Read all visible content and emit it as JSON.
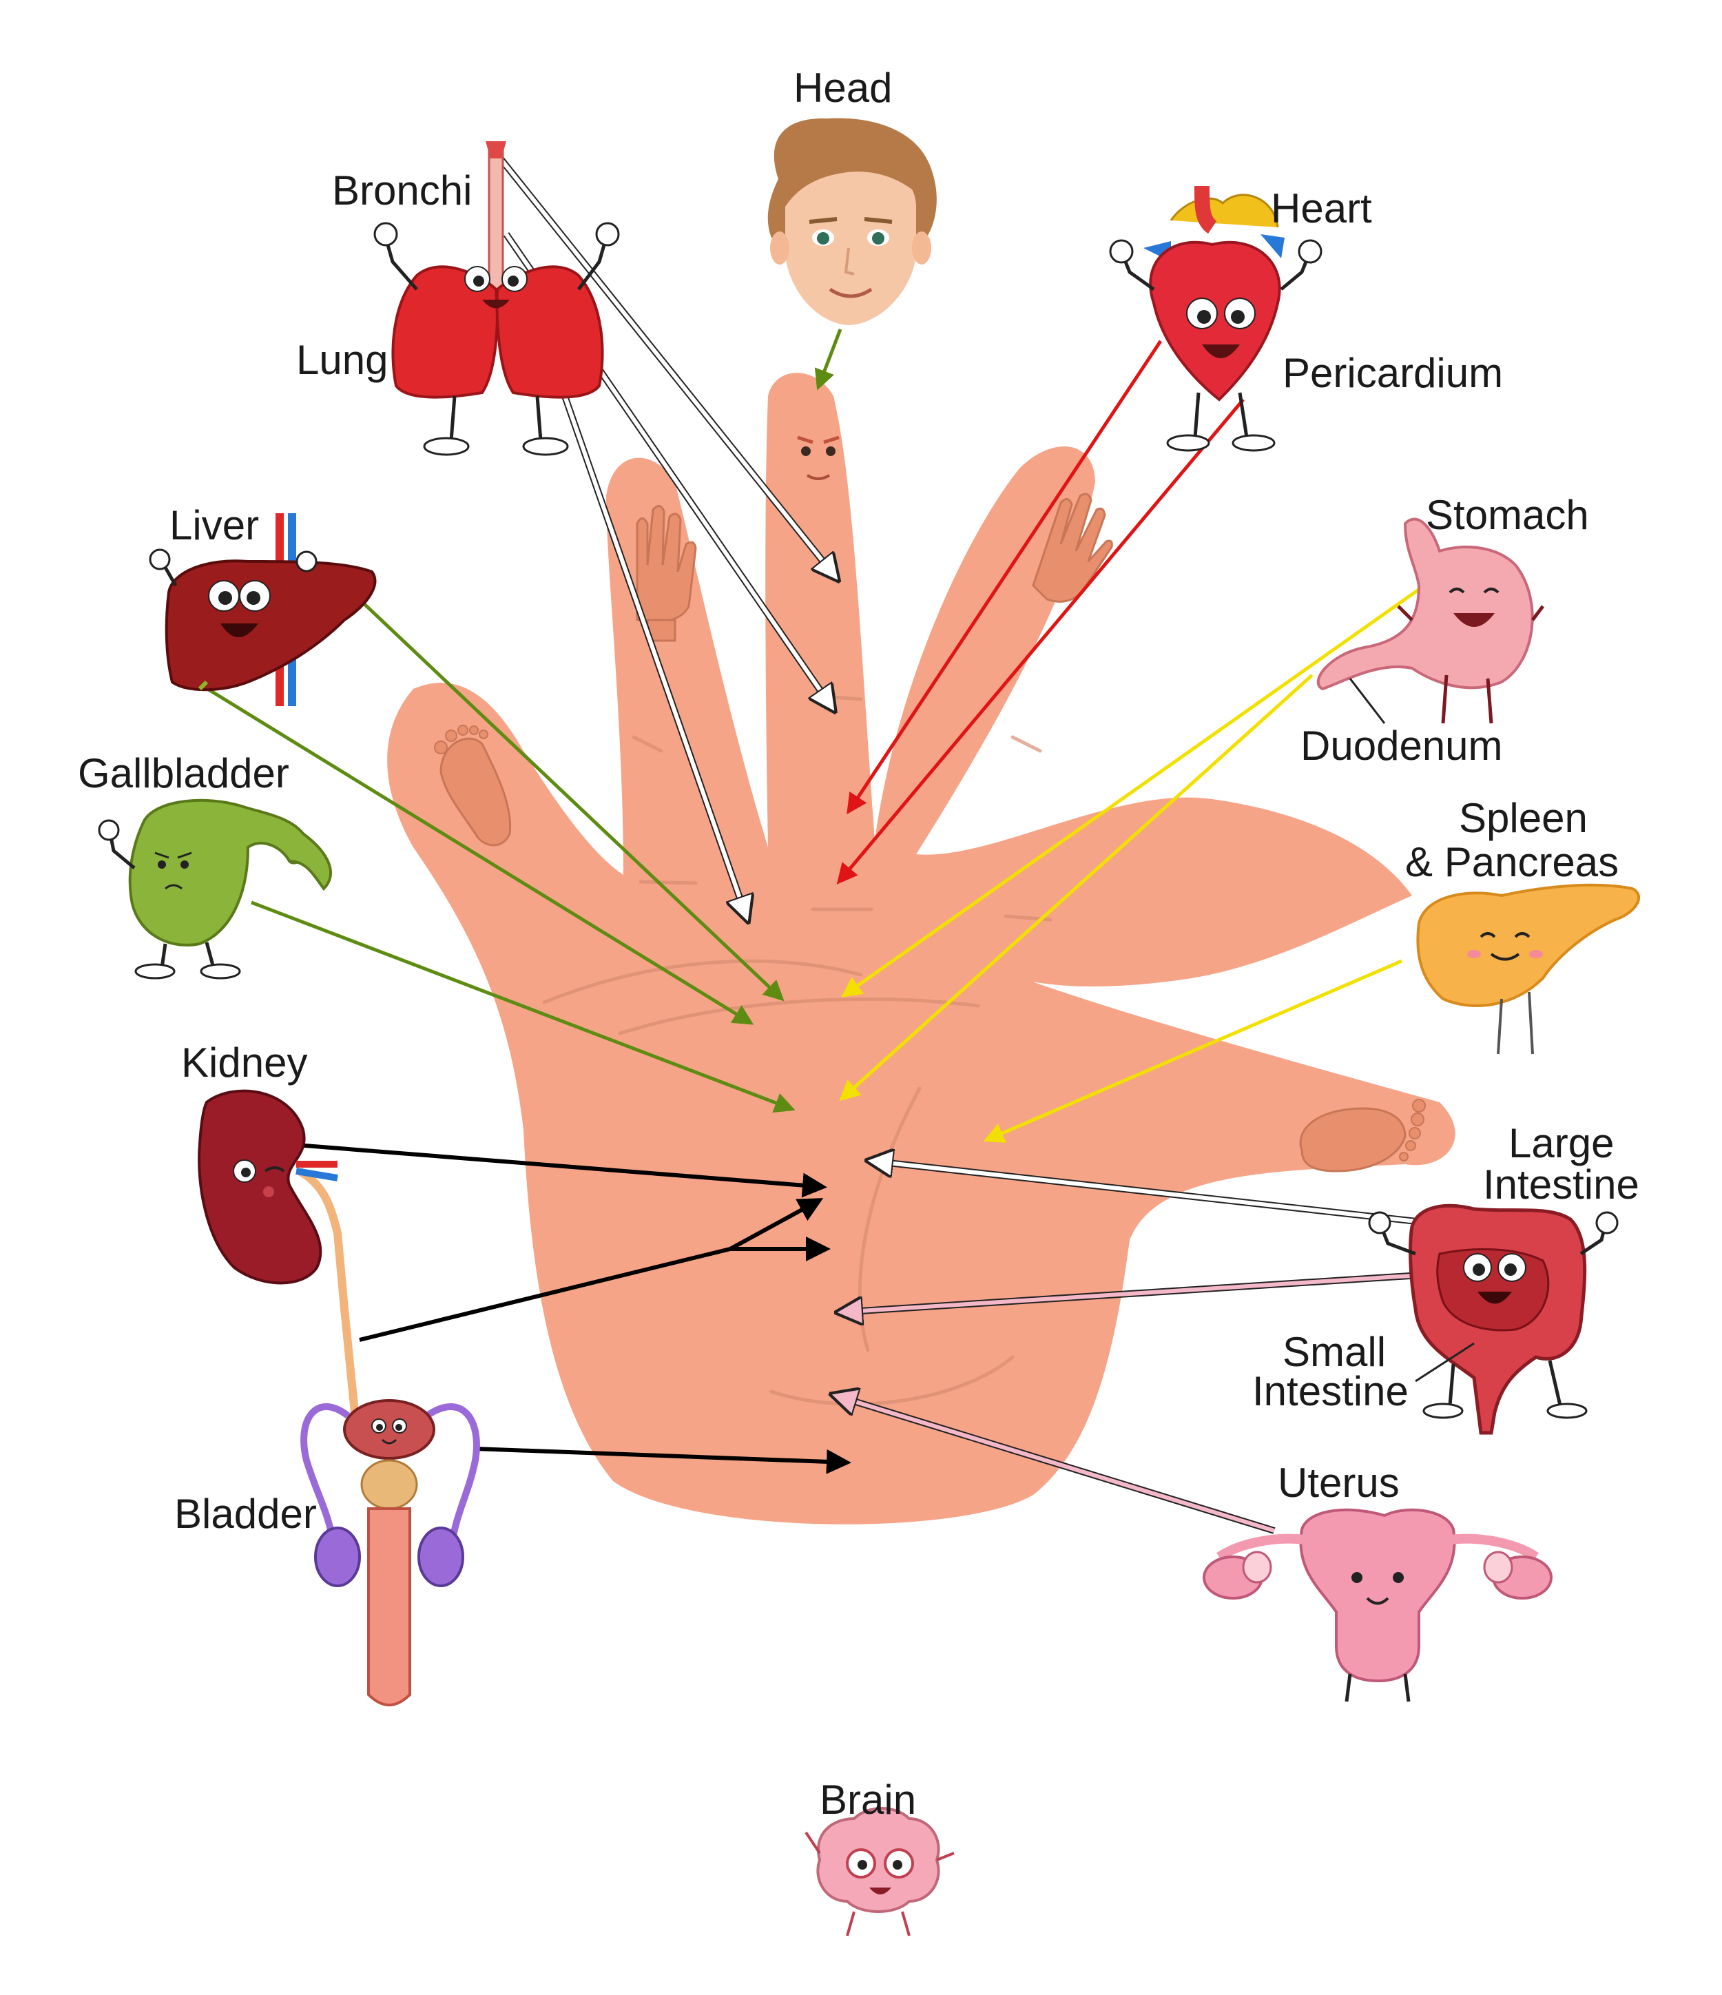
{
  "labels": {
    "head": "Head",
    "bronchi": "Bronchi",
    "lung": "Lung",
    "heart": "Heart",
    "pericardium": "Pericardium",
    "stomach": "Stomach",
    "duodenum": "Duodenum",
    "spleen": "Spleen",
    "pancreas": "& Pancreas",
    "liver": "Liver",
    "gallbladder": "Gallbladder",
    "kidney": "Kidney",
    "bladder": "Bladder",
    "large_intestine_1": "Large",
    "large_intestine_2": "Intestine",
    "small_intestine_1": "Small",
    "small_intestine_2": "Intestine",
    "uterus": "Uterus",
    "brain": "Brain"
  },
  "colors": {
    "skin": "#f6a488",
    "skin_line": "#d98d72",
    "lung_arrow": "#ffffff",
    "heart_arrow": "#e01414",
    "stomach_arrow": "#f2e000",
    "liver_arrow": "#5e8c12",
    "kidney_arrow": "#000000",
    "intestine_arrow": "#ffffff",
    "small_intestine_arrow": "#f4b8c8",
    "head_arrow": "#5e8c12"
  },
  "icons": [
    "face-icon",
    "lungs-icon",
    "heart-icon",
    "stomach-icon",
    "pancreas-icon",
    "liver-icon",
    "gallbladder-icon",
    "kidney-icon",
    "bladder-icon",
    "intestine-icon",
    "uterus-icon",
    "brain-icon",
    "hand-icon",
    "foot-icon"
  ]
}
